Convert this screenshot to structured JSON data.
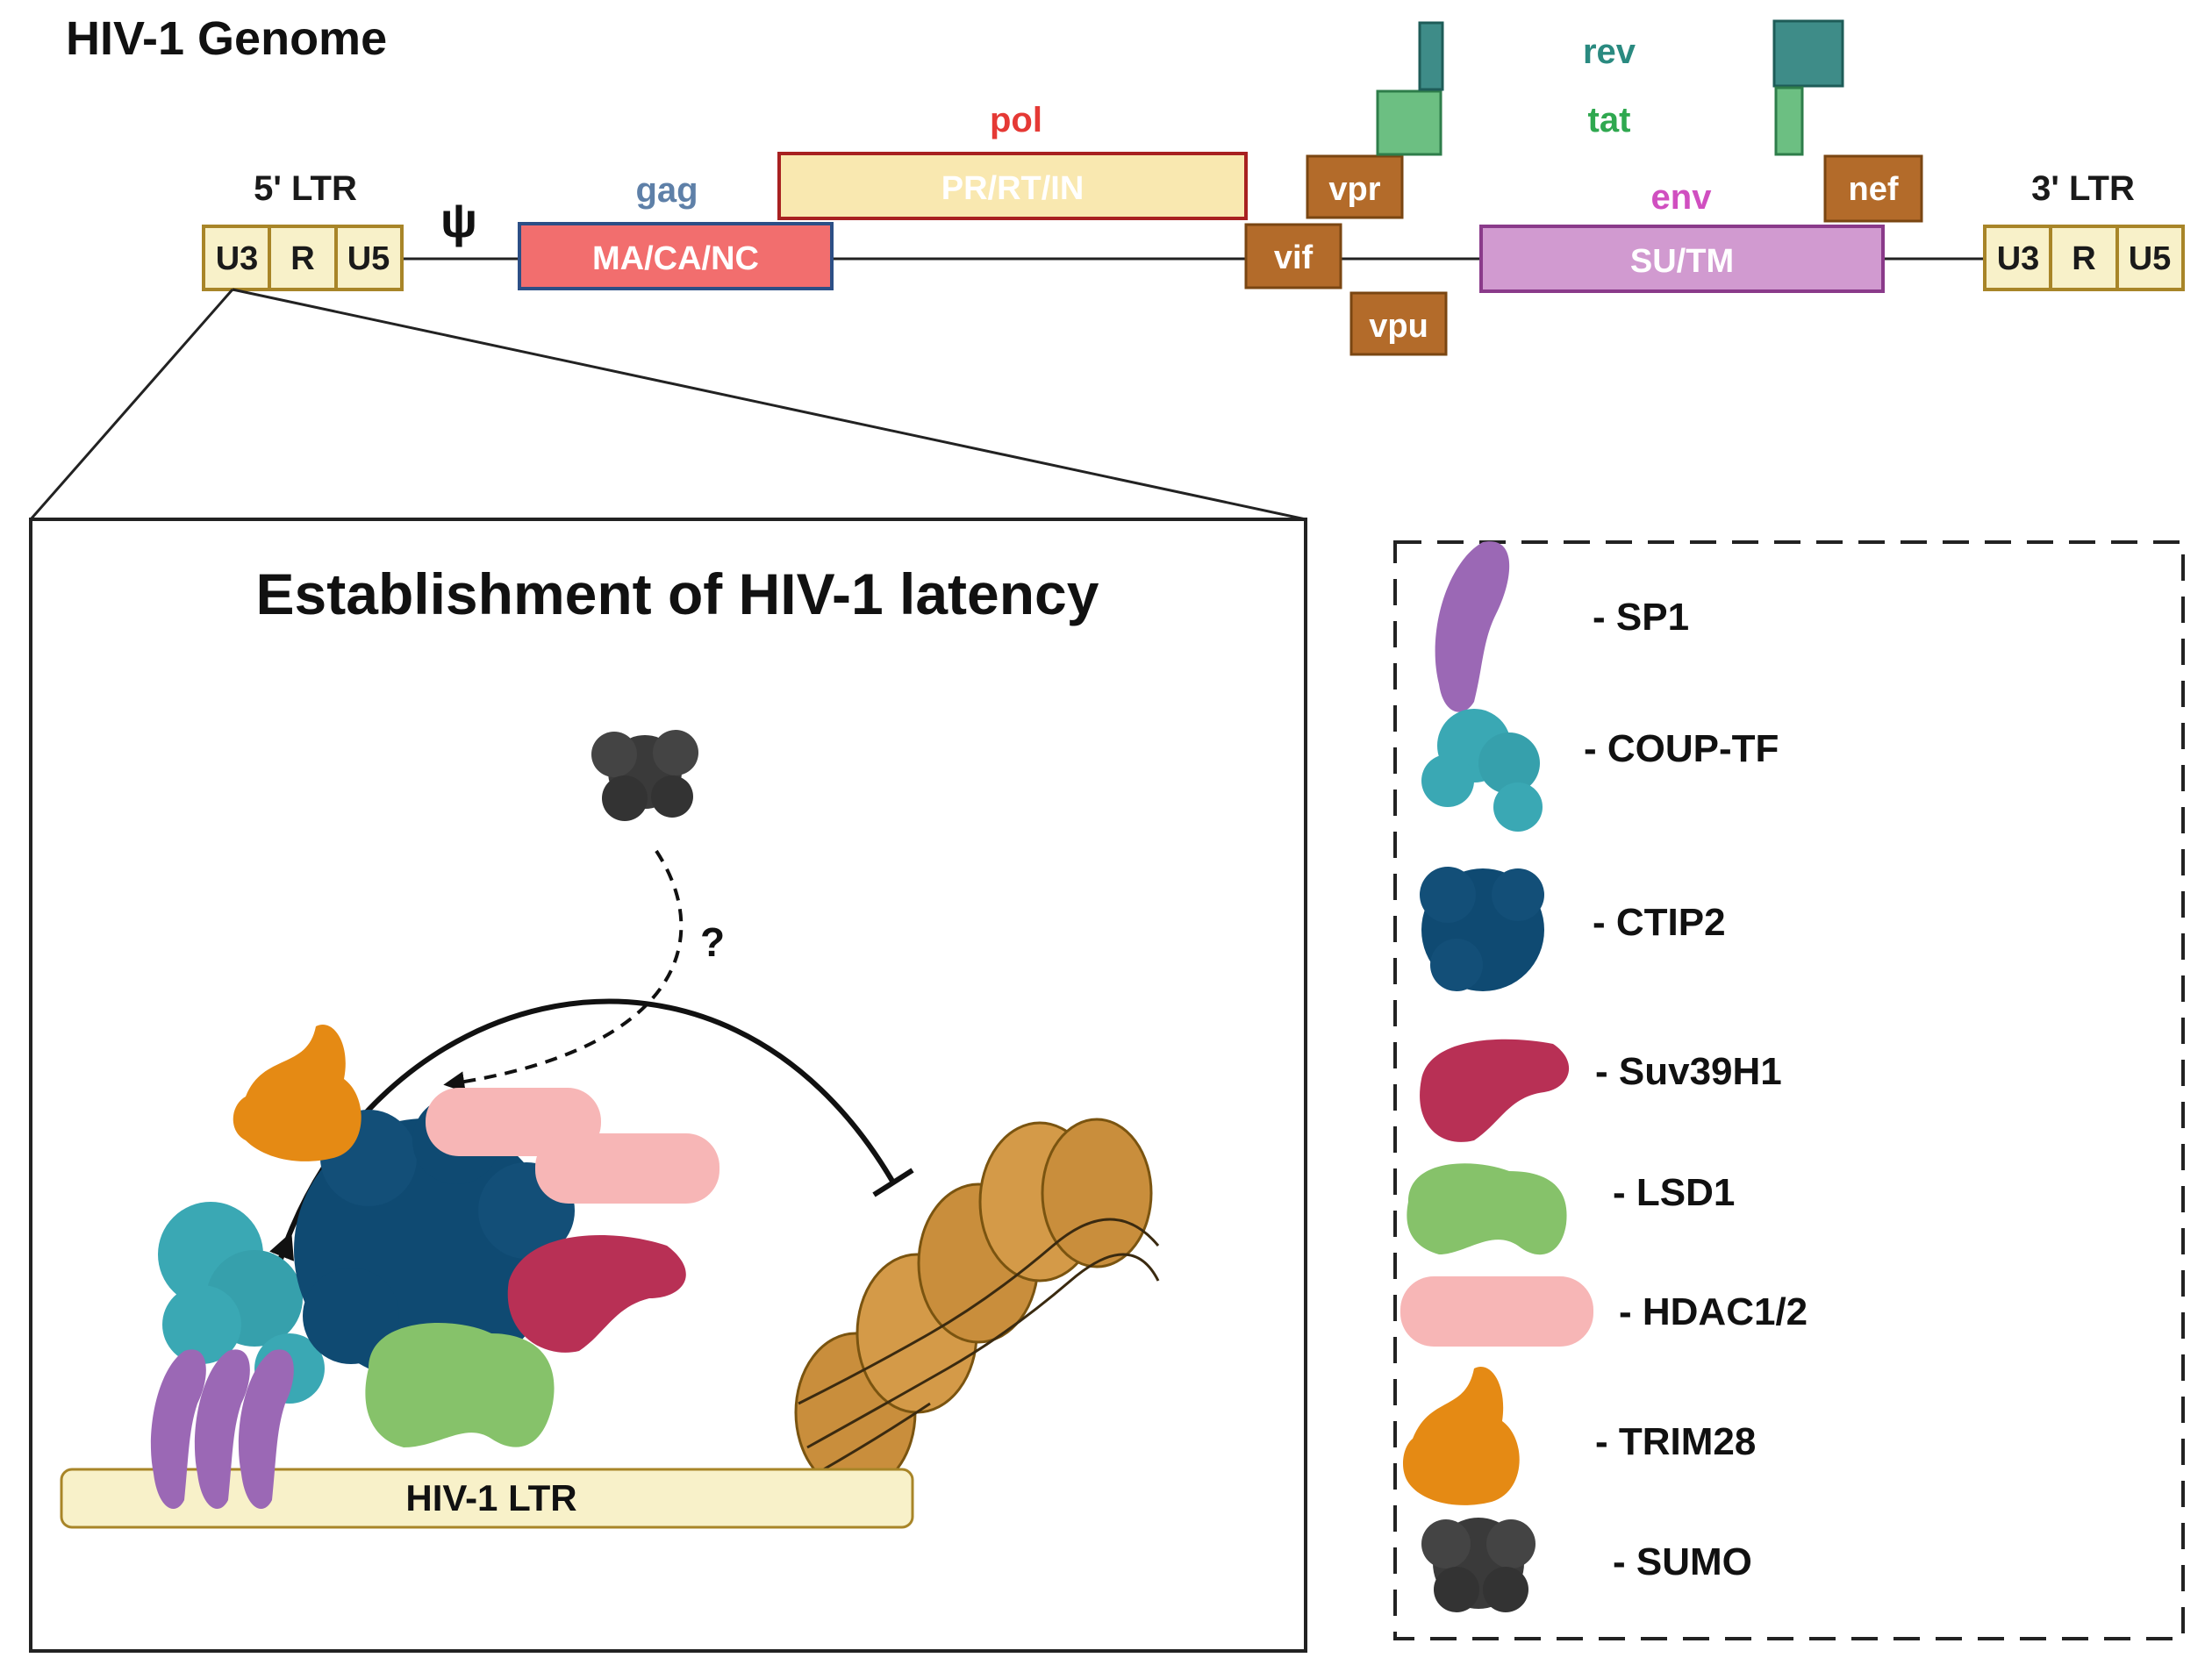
{
  "genome": {
    "title": "HIV-1 Genome",
    "ltr5_label": "5' LTR",
    "ltr3_label": "3' LTR",
    "ltr_segments": [
      "U3",
      "R",
      "U5"
    ],
    "psi": "ψ",
    "genes": {
      "gag": "gag",
      "gag_box": "MA/CA/NC",
      "pol": "pol",
      "pol_box": "PR/RT/IN",
      "vif": "vif",
      "vpr": "vpr",
      "vpu": "vpu",
      "rev": "rev",
      "tat": "tat",
      "env": "env",
      "env_box": "SU/TM",
      "nef": "nef"
    },
    "colors": {
      "gag": "#5e80a8",
      "pol": "#e53935",
      "rev": "#2a8a80",
      "tat": "#2fa84f",
      "env": "#d04fc0",
      "accessory": "#b36b2a"
    }
  },
  "latency": {
    "title": "Establishment of HIV-1 latency",
    "ltr_bar_label": "HIV-1 LTR",
    "question_mark": "?"
  },
  "legend": {
    "items": [
      {
        "label": "- SP1",
        "icon": "sp1-icon",
        "color": "#9b68b5"
      },
      {
        "label": "- COUP-TF",
        "icon": "coup-tf-icon",
        "color": "#3aa8b4"
      },
      {
        "label": "- CTIP2",
        "icon": "ctip2-icon",
        "color": "#0f4a72"
      },
      {
        "label": "- Suv39H1",
        "icon": "suv39h1-icon",
        "color": "#b83055"
      },
      {
        "label": "- LSD1",
        "icon": "lsd1-icon",
        "color": "#86c26a"
      },
      {
        "label": "- HDAC1/2",
        "icon": "hdac-icon",
        "color": "#f7b6b6"
      },
      {
        "label": "- TRIM28",
        "icon": "trim28-icon",
        "color": "#e58a14"
      },
      {
        "label": "- SUMO",
        "icon": "sumo-icon",
        "color": "#3a3a3a"
      }
    ]
  }
}
